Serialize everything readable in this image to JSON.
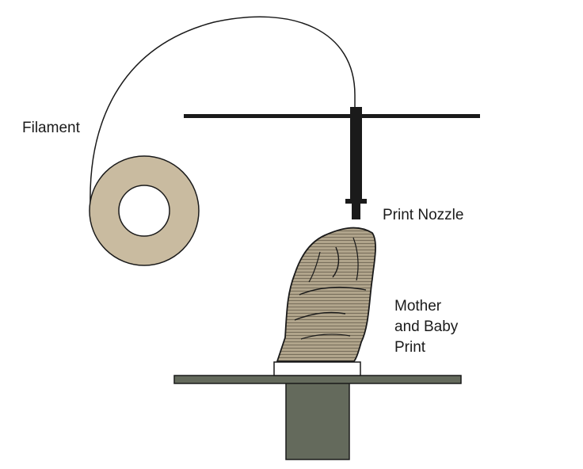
{
  "labels": {
    "filament": "Filament",
    "print_nozzle": "Print Nozzle",
    "print_line1": "Mother",
    "print_line2": "and Baby",
    "print_line3": "Print"
  },
  "colors": {
    "spool": "#c9bba0",
    "print_fill": "#b1a58c",
    "platform": "#646a5c",
    "gantry": "#1a1a1a",
    "outline": "#1a1a1a",
    "base_pad": "#ffffff"
  }
}
